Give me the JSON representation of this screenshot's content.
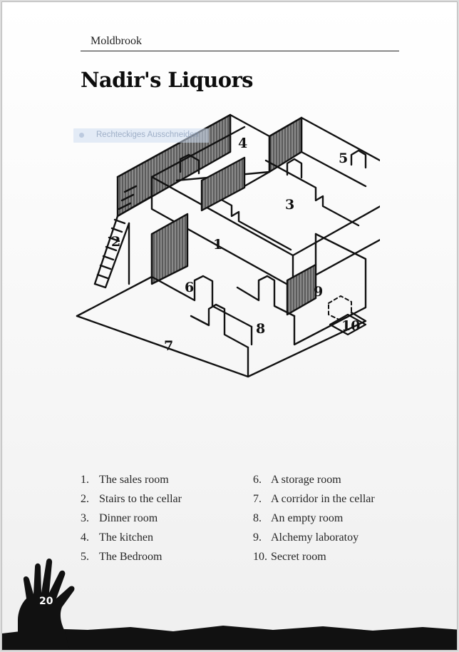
{
  "header": {
    "title": "Moldbrook"
  },
  "document": {
    "title": "Nadir's Liquors"
  },
  "overlay": {
    "label": "Rechteckiges Ausschneiden"
  },
  "map": {
    "rooms": [
      "1",
      "2",
      "3",
      "4",
      "5",
      "6",
      "7",
      "8",
      "9",
      "10"
    ]
  },
  "legend": {
    "left": [
      {
        "num": "1.",
        "text": "The sales room"
      },
      {
        "num": "2.",
        "text": "Stairs to the cellar"
      },
      {
        "num": "3.",
        "text": "Dinner room"
      },
      {
        "num": "4.",
        "text": "The kitchen"
      },
      {
        "num": "5.",
        "text": "The Bedroom"
      }
    ],
    "right": [
      {
        "num": "6.",
        "text": "A storage room"
      },
      {
        "num": "7.",
        "text": "A corridor in the cellar"
      },
      {
        "num": "8.",
        "text": "An empty room"
      },
      {
        "num": "9.",
        "text": "Alchemy laboratoy"
      },
      {
        "num": "10.",
        "text": "Secret room"
      }
    ]
  },
  "footer": {
    "page_number": "20"
  },
  "colors": {
    "ink": "#111111",
    "hatch": "#6e6e6e",
    "page": "#ffffff"
  }
}
